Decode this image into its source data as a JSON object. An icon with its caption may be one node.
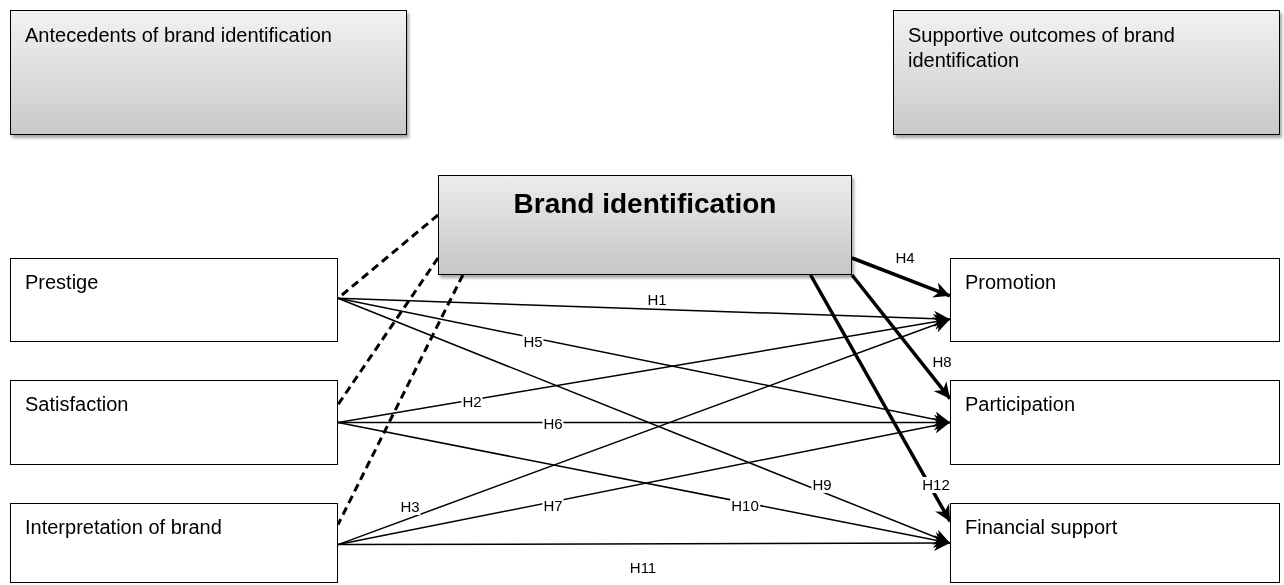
{
  "diagram": {
    "nodes": [
      {
        "text": [
          "Antecedents of brand identification"
        ]
      },
      {
        "text": [
          "Supportive outcomes of brand identification"
        ]
      },
      {
        "text": [
          "Brand identification"
        ]
      },
      {
        "text": [
          "Prestige"
        ]
      },
      {
        "text": [
          "Satisfaction"
        ]
      },
      {
        "text": [
          "Interpretation of brand"
        ]
      },
      {
        "text": [
          "Promotion"
        ]
      },
      {
        "text": [
          "Participation"
        ]
      },
      {
        "text": [
          "Financial support"
        ]
      }
    ],
    "edges": [
      {
        "from": 2,
        "to": 3,
        "arrow": "none",
        "style": "dashed"
      },
      {
        "from": 2,
        "to": 4,
        "arrow": "none",
        "style": "dashed"
      },
      {
        "from": 2,
        "to": 5,
        "arrow": "none",
        "style": "dashed"
      },
      {
        "from": 3,
        "to": 6,
        "arrow": "to",
        "label": "H1"
      },
      {
        "from": 4,
        "to": 6,
        "arrow": "to",
        "label": "H2"
      },
      {
        "from": 5,
        "to": 6,
        "arrow": "to",
        "label": "H3"
      },
      {
        "from": 2,
        "to": 6,
        "arrow": "to",
        "label": "H4",
        "style": "thick"
      },
      {
        "from": 3,
        "to": 7,
        "arrow": "to",
        "label": "H5"
      },
      {
        "from": 4,
        "to": 7,
        "arrow": "to",
        "label": "H6"
      },
      {
        "from": 5,
        "to": 7,
        "arrow": "to",
        "label": "H7"
      },
      {
        "from": 2,
        "to": 7,
        "arrow": "to",
        "label": "H8",
        "style": "thick"
      },
      {
        "from": 3,
        "to": 8,
        "arrow": "to",
        "label": "H9"
      },
      {
        "from": 4,
        "to": 8,
        "arrow": "to",
        "label": "H10"
      },
      {
        "from": 5,
        "to": 8,
        "arrow": "to",
        "label": "H11"
      },
      {
        "from": 2,
        "to": 8,
        "arrow": "to",
        "label": "H12",
        "style": "thick"
      }
    ]
  }
}
